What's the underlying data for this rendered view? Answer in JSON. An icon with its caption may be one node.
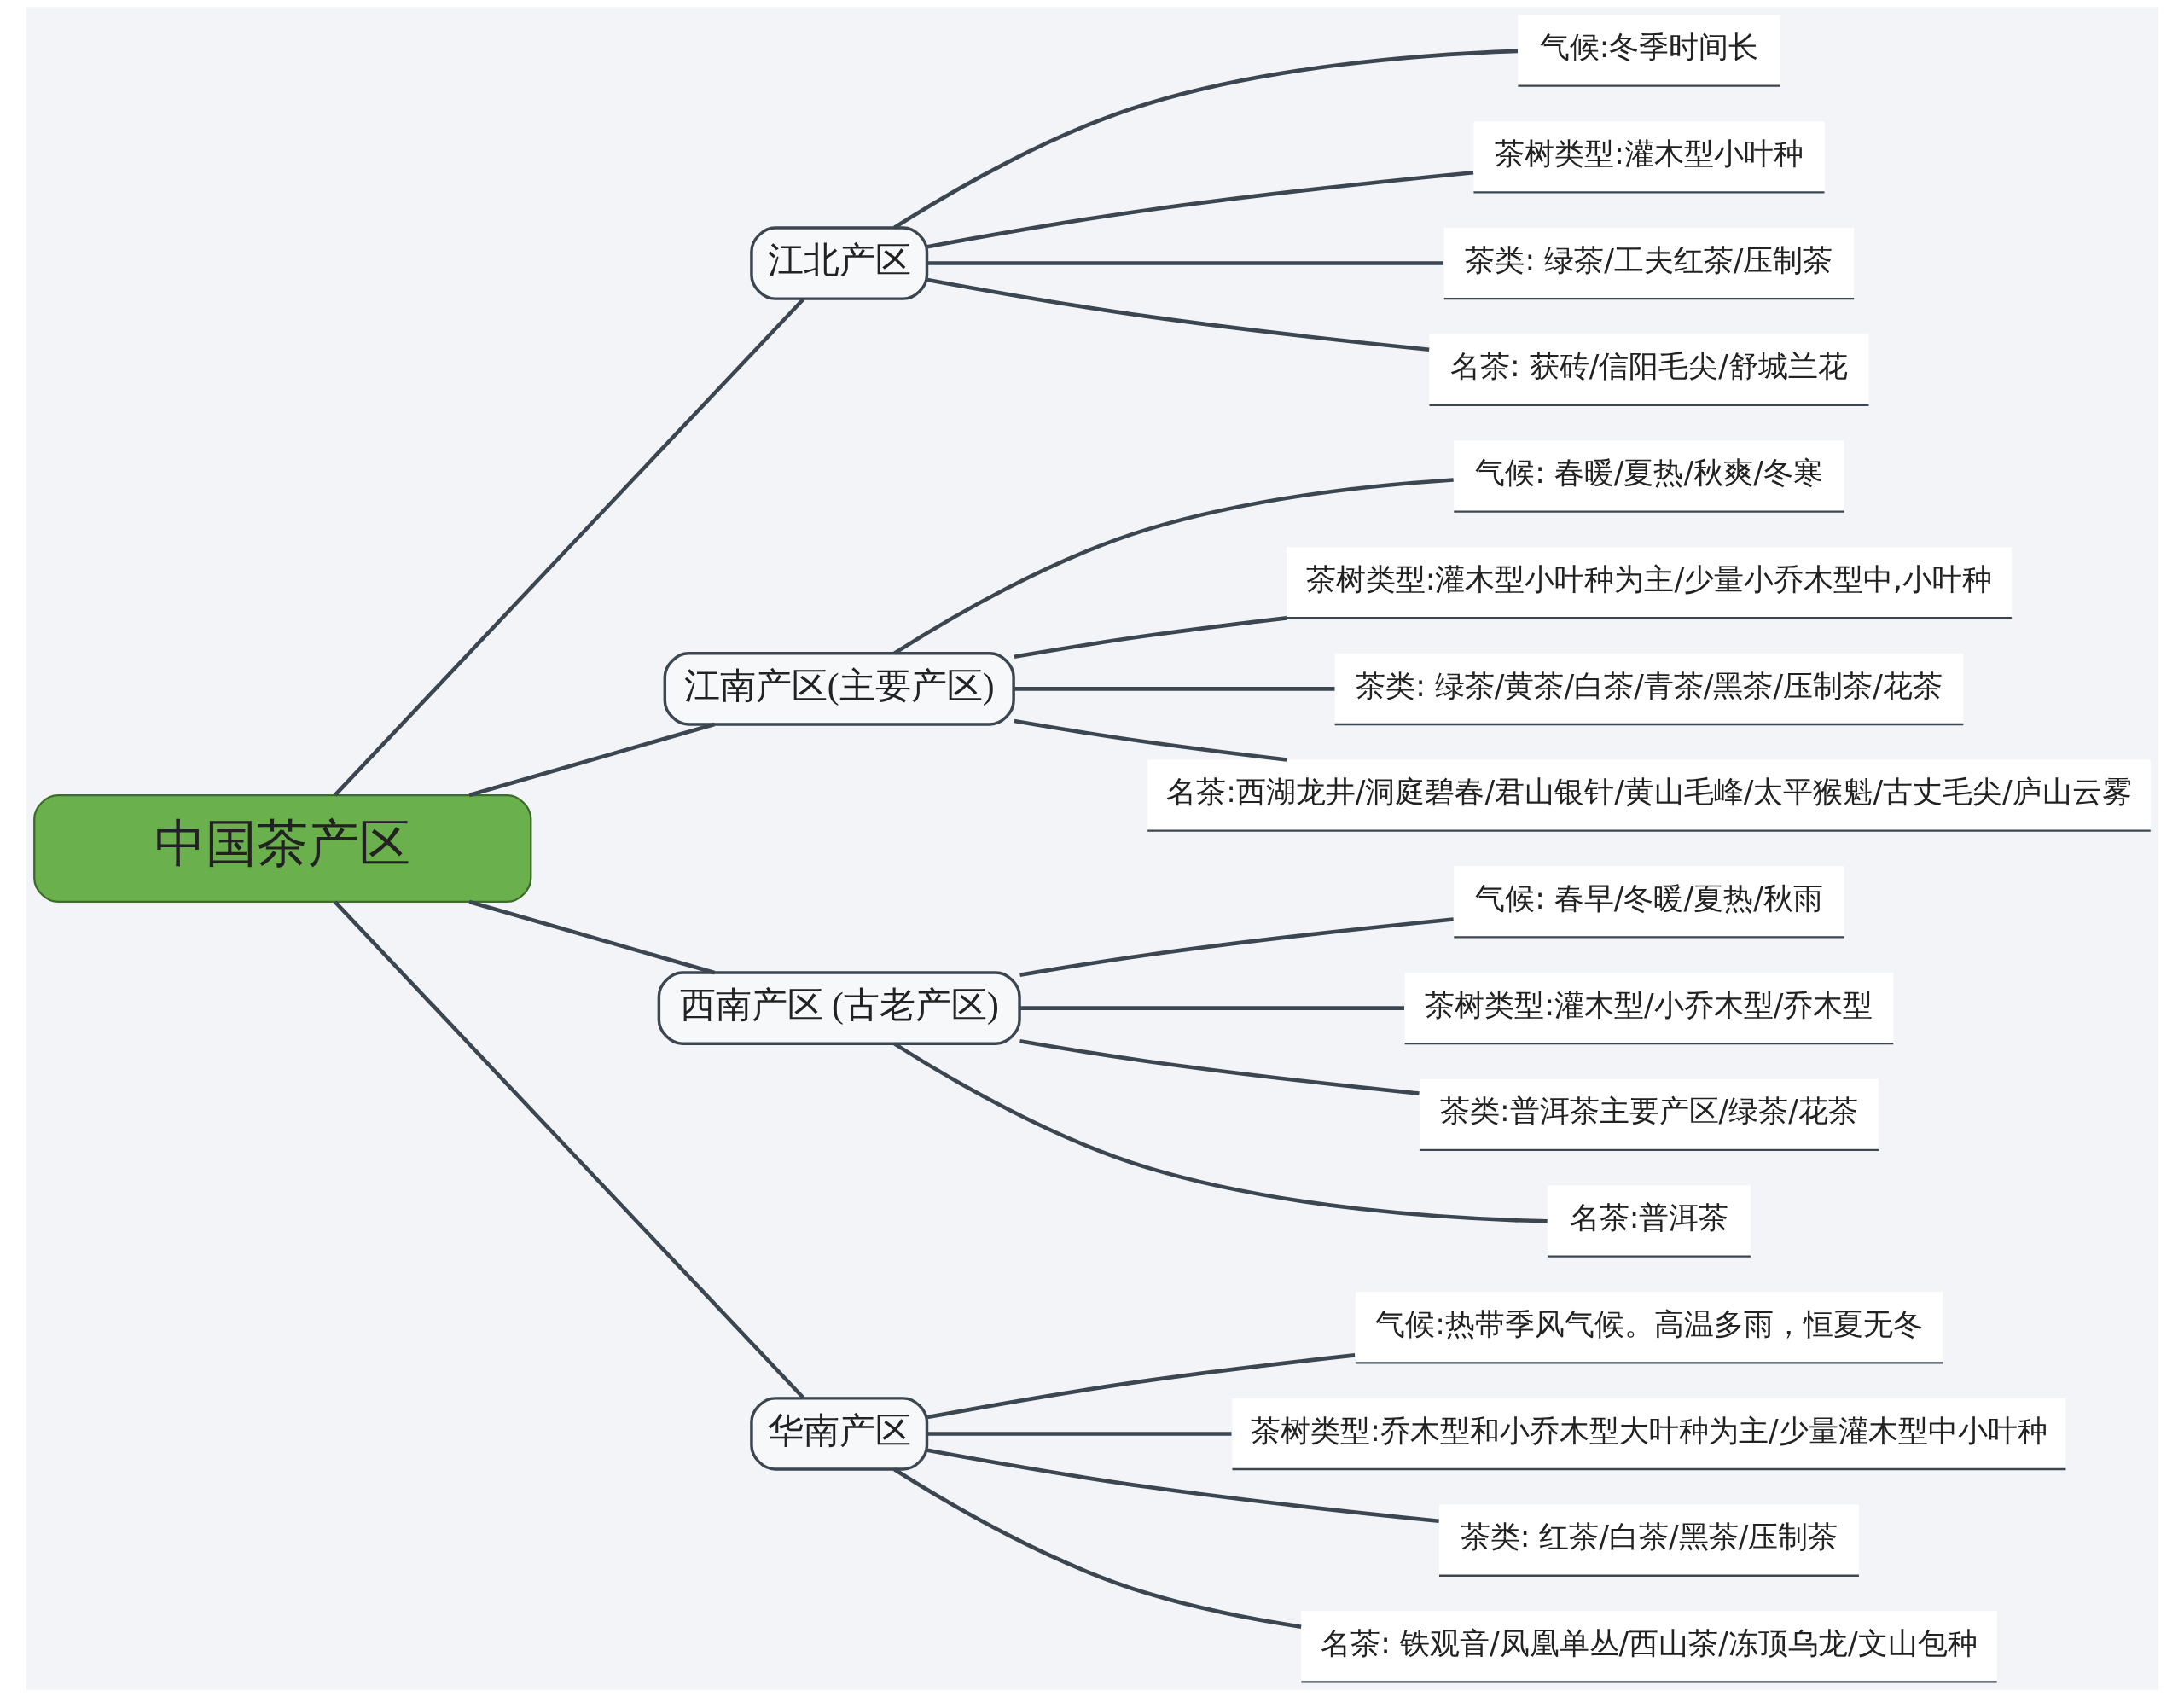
{
  "diagram": {
    "nodes": [
      {
        "text": [
          "中国茶产区"
        ]
      },
      {
        "text": [
          "江北产区"
        ]
      },
      {
        "text": [
          "气候:冬季时间长"
        ]
      },
      {
        "text": [
          "茶树类型:灌木型小叶种"
        ]
      },
      {
        "text": [
          "茶类: 绿茶/工夫红茶/压制茶"
        ]
      },
      {
        "text": [
          "名茶: 获砖/信阳毛尖/舒城兰花"
        ]
      },
      {
        "text": [
          "江南产区(主要产区)"
        ]
      },
      {
        "text": [
          "气候: 春暖/夏热/秋爽/冬寒"
        ]
      },
      {
        "text": [
          "茶树类型:灌木型小叶种为主/少量小乔木型中,小叶种"
        ]
      },
      {
        "text": [
          "茶类: 绿茶/黄茶/白茶/青茶/黑茶/压制茶/花茶"
        ]
      },
      {
        "text": [
          "名茶:西湖龙井/洞庭碧春/君山银针/黄山毛峰/太平猴魁/古丈毛尖/庐山云雾"
        ]
      },
      {
        "text": [
          "西南产区 (古老产区)"
        ]
      },
      {
        "text": [
          "气候: 春早/冬暖/夏热/秋雨"
        ]
      },
      {
        "text": [
          "茶树类型:灌木型/小乔木型/乔木型"
        ]
      },
      {
        "text": [
          "茶类:普洱茶主要产区/绿茶/花茶"
        ]
      },
      {
        "text": [
          "名茶:普洱茶"
        ]
      },
      {
        "text": [
          "华南产区"
        ]
      },
      {
        "text": [
          "气候:热带季风气候。高温多雨，恒夏无冬"
        ]
      },
      {
        "text": [
          "茶树类型:乔木型和小乔木型大叶种为主/少量灌木型中小叶种"
        ]
      },
      {
        "text": [
          "茶类: 红茶/白茶/黑茶/压制茶"
        ]
      },
      {
        "text": [
          "名茶: 铁观音/凤凰单丛/西山茶/冻顶乌龙/文山包种"
        ]
      }
    ],
    "edges": [
      {
        "from": 0,
        "to": 1,
        "arrow": "none"
      },
      {
        "from": 1,
        "to": 2,
        "arrow": "none"
      },
      {
        "from": 1,
        "to": 3,
        "arrow": "none"
      },
      {
        "from": 1,
        "to": 4,
        "arrow": "none"
      },
      {
        "from": 1,
        "to": 5,
        "arrow": "none"
      },
      {
        "from": 0,
        "to": 6,
        "arrow": "none"
      },
      {
        "from": 6,
        "to": 7,
        "arrow": "none"
      },
      {
        "from": 6,
        "to": 8,
        "arrow": "none"
      },
      {
        "from": 6,
        "to": 9,
        "arrow": "none"
      },
      {
        "from": 6,
        "to": 10,
        "arrow": "none"
      },
      {
        "from": 0,
        "to": 11,
        "arrow": "none"
      },
      {
        "from": 11,
        "to": 12,
        "arrow": "none"
      },
      {
        "from": 11,
        "to": 13,
        "arrow": "none"
      },
      {
        "from": 11,
        "to": 14,
        "arrow": "none"
      },
      {
        "from": 11,
        "to": 15,
        "arrow": "none"
      },
      {
        "from": 0,
        "to": 16,
        "arrow": "none"
      },
      {
        "from": 16,
        "to": 17,
        "arrow": "none"
      },
      {
        "from": 16,
        "to": 18,
        "arrow": "none"
      },
      {
        "from": 16,
        "to": 19,
        "arrow": "none"
      },
      {
        "from": 16,
        "to": 20,
        "arrow": "none"
      }
    ]
  }
}
